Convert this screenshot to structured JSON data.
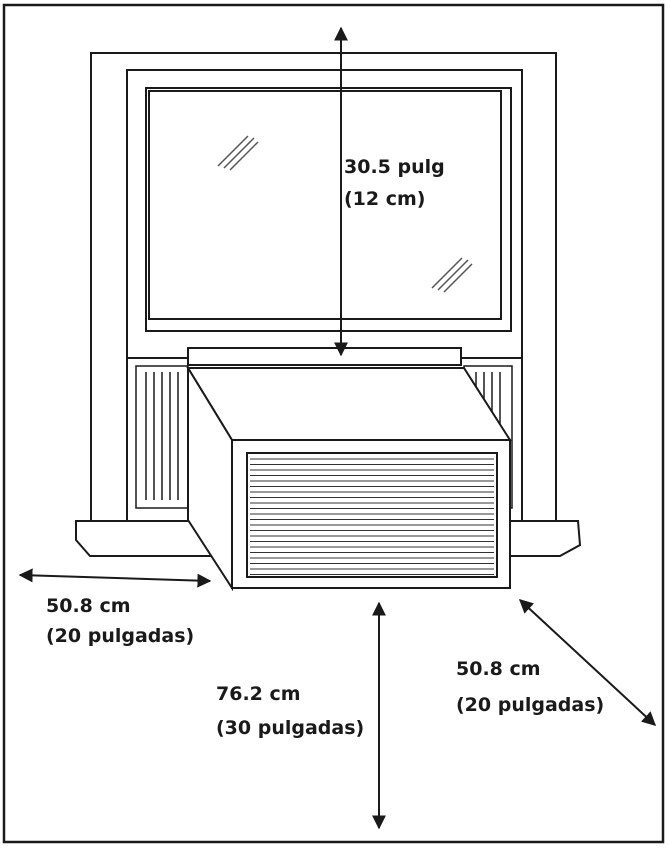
{
  "labels": {
    "top_value": "30.5 pulg",
    "top_sub": "(12 cm)",
    "left_value": "50.8 cm",
    "left_sub": "(20 pulgadas)",
    "bottom_value": "76.2 cm",
    "bottom_sub": "(30 pulgadas)",
    "right_value": "50.8 cm",
    "right_sub": "(20 pulgadas)"
  },
  "colors": {
    "line": "#1a1a1a",
    "fill": "#ffffff"
  }
}
